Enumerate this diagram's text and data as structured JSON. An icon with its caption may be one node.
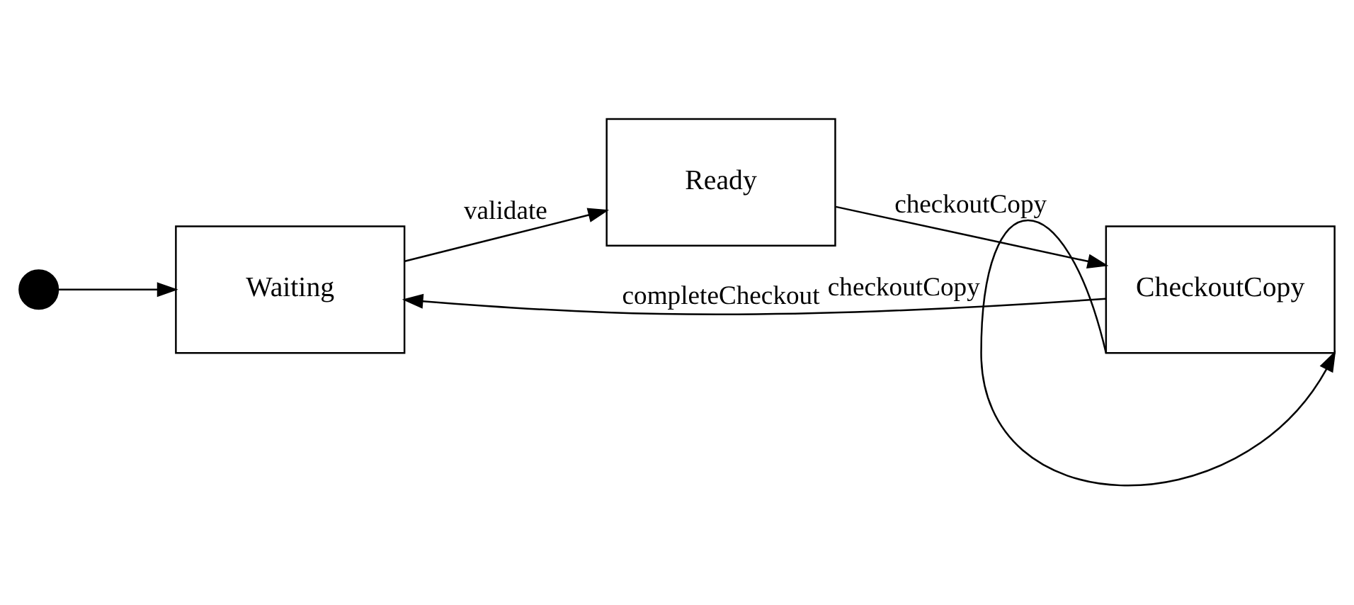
{
  "diagram": {
    "nodes": [
      {
        "text": [],
        "shape": "circle"
      },
      {
        "text": [
          "Waiting"
        ]
      },
      {
        "text": [
          "Ready"
        ]
      },
      {
        "text": [
          "CheckoutCopy"
        ]
      }
    ],
    "edges": [
      {
        "from": 0,
        "to": 1,
        "arrow": "to"
      },
      {
        "from": 1,
        "to": 2,
        "label": "validate",
        "arrow": "to"
      },
      {
        "from": 2,
        "to": 3,
        "label": "checkoutCopy",
        "arrow": "to"
      },
      {
        "from": 3,
        "to": 1,
        "label": "completeCheckout",
        "arrow": "to"
      },
      {
        "from": 3,
        "to": 3,
        "label": "checkoutCopy",
        "arrow": "to"
      }
    ]
  }
}
